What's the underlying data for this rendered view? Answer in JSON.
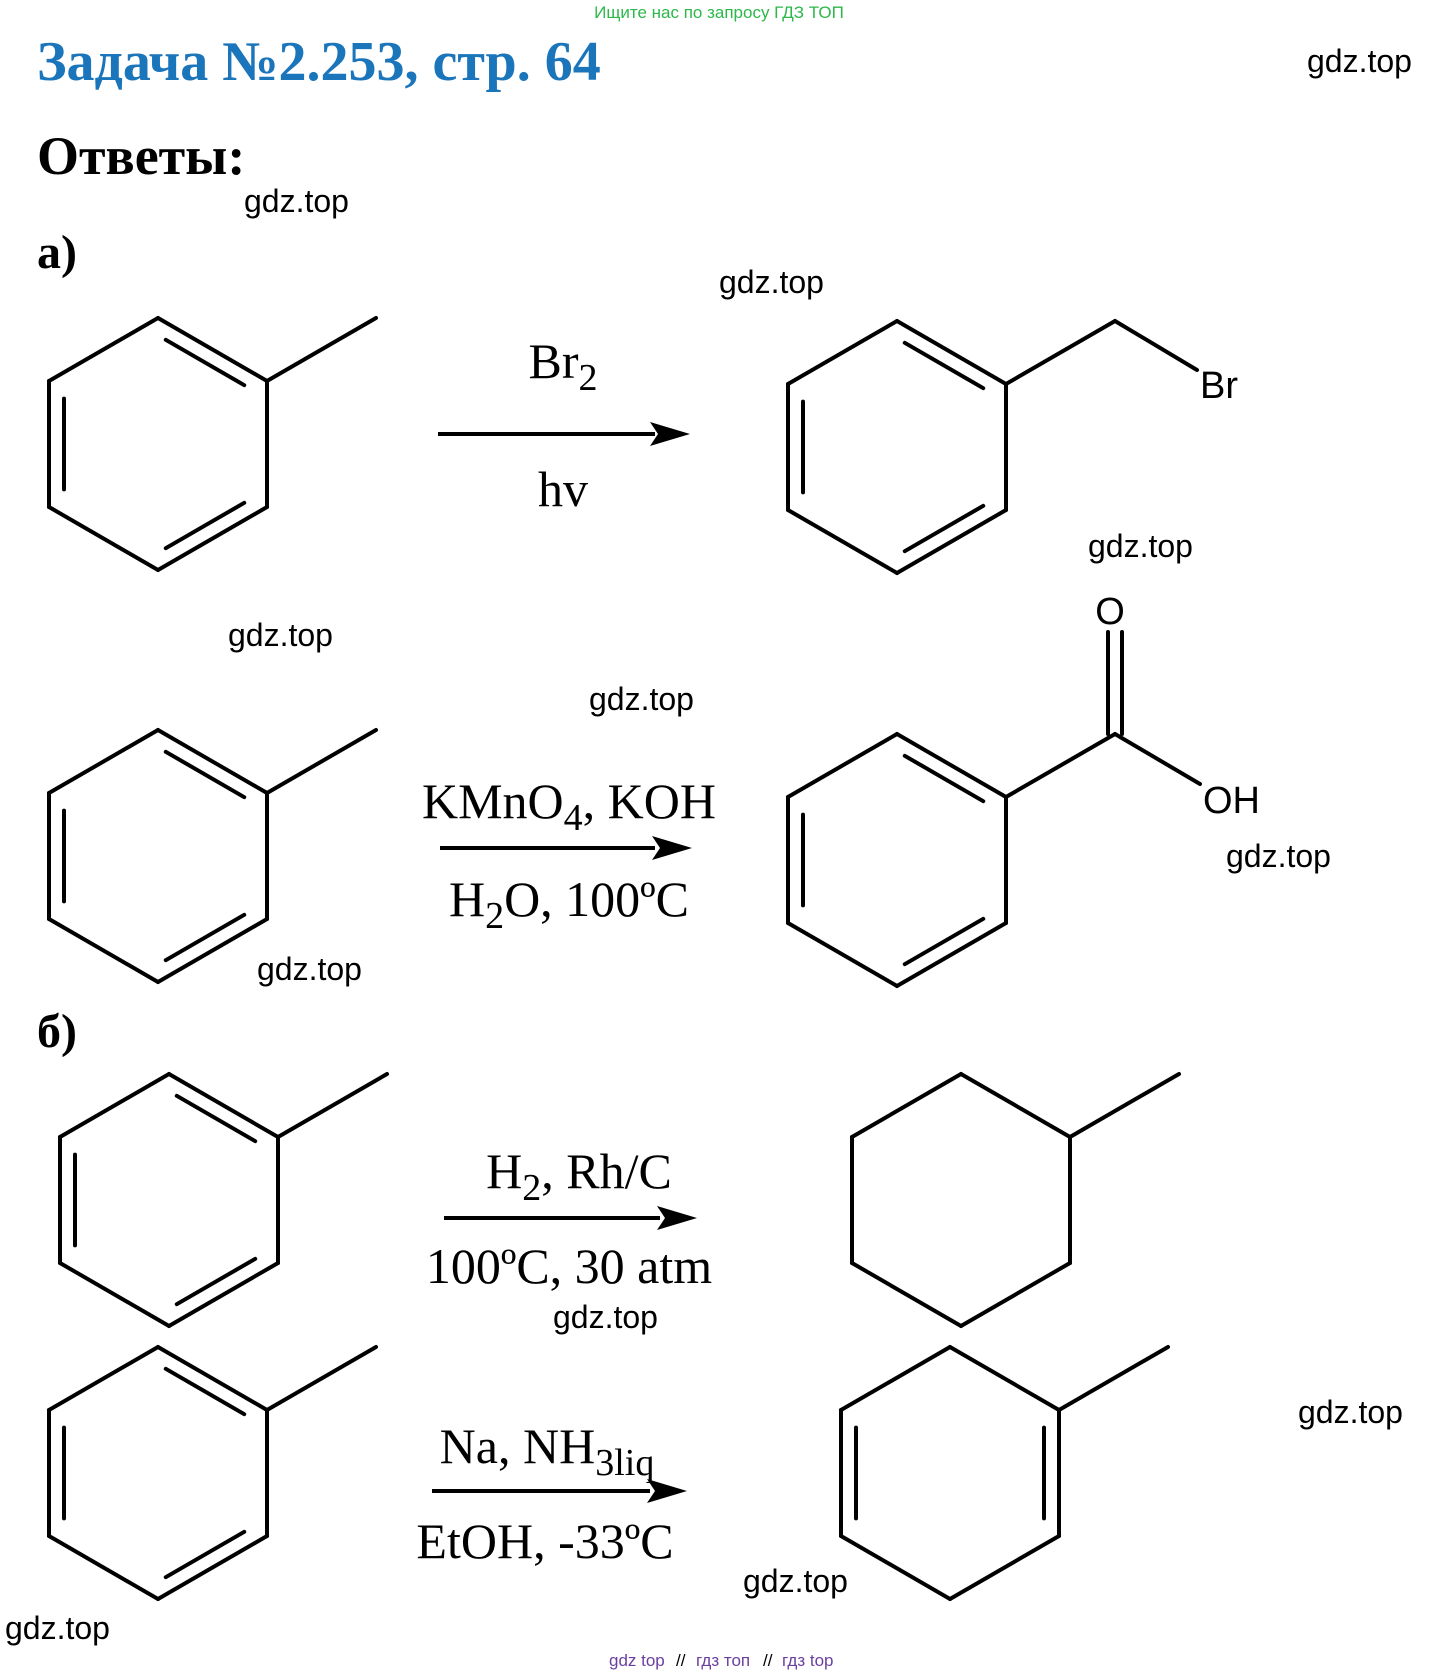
{
  "header": {
    "search_hint": "Ищите нас по запросу ГДЗ ТОП",
    "title": "Задача №2.253, стр. 64",
    "answers_label": "Ответы:"
  },
  "sections": {
    "a_label": "а)",
    "b_label": "б)"
  },
  "reactions": [
    {
      "reagent_top": [
        {
          "t": "Br"
        },
        {
          "t": "2",
          "sub": true
        }
      ],
      "reagent_bottom": [
        {
          "t": "hv"
        }
      ],
      "product_atoms": [
        "Br"
      ]
    },
    {
      "reagent_top": [
        {
          "t": "KMnO"
        },
        {
          "t": "4",
          "sub": true
        },
        {
          "t": ", KOH"
        }
      ],
      "reagent_bottom": [
        {
          "t": "H"
        },
        {
          "t": "2",
          "sub": true
        },
        {
          "t": "O, 100ºC"
        }
      ],
      "product_atoms": [
        "O",
        "OH"
      ]
    },
    {
      "reagent_top": [
        {
          "t": "H"
        },
        {
          "t": "2",
          "sub": true
        },
        {
          "t": ", Rh/C"
        }
      ],
      "reagent_bottom": [
        {
          "t": "100ºC, 30 atm"
        }
      ]
    },
    {
      "reagent_top": [
        {
          "t": "Na, NH"
        },
        {
          "t": "3liq",
          "sub": true
        }
      ],
      "reagent_bottom": [
        {
          "t": "EtOH, -33ºC"
        }
      ]
    }
  ],
  "watermarks": [
    "gdz.top",
    "gdz.top",
    "gdz.top",
    "gdz.top",
    "gdz.top",
    "gdz.top",
    "gdz.top",
    "gdz.top",
    "gdz.top",
    "gdz.top",
    "gdz.top",
    "gdz.top"
  ],
  "footer": {
    "links": [
      "gdz top",
      "гдз топ",
      "гдз top"
    ],
    "separator": "//"
  },
  "colors": {
    "title": "#1b75bb",
    "search_hint": "#2db84a",
    "footer_links": "#6a3fa0",
    "ink": "#000000"
  }
}
